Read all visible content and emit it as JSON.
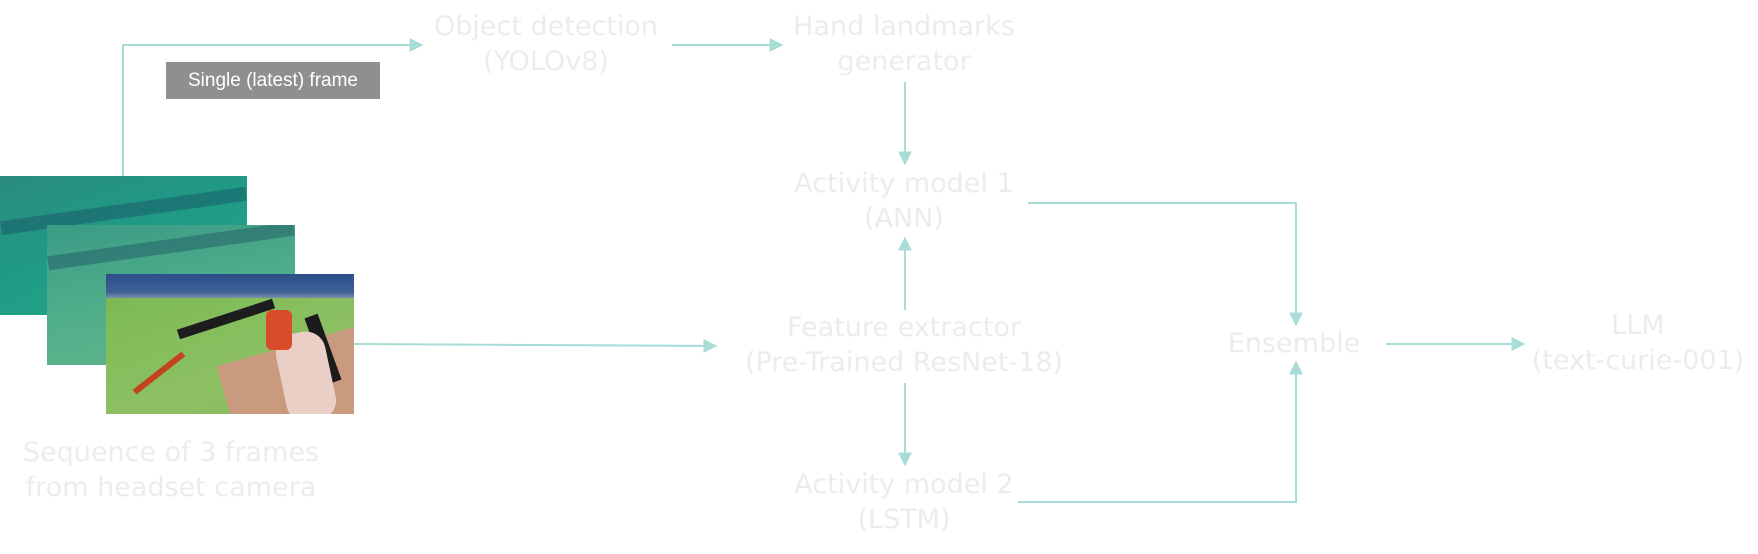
{
  "nodes": {
    "object_detection": [
      "Object detection",
      "(YOLOv8)"
    ],
    "hand_landmarks": [
      "Hand landmarks",
      "generator"
    ],
    "activity_model_1": [
      "Activity model 1",
      "(ANN)"
    ],
    "feature_extractor": [
      "Feature extractor",
      "(Pre-Trained ResNet-18)"
    ],
    "activity_model_2": [
      "Activity model 2",
      "(LSTM)"
    ],
    "ensemble": [
      "Ensemble"
    ],
    "llm": [
      "LLM",
      "(text-curie-001)"
    ],
    "input_caption": [
      "Sequence of 3 frames",
      "from headset camera"
    ]
  },
  "tag_label": "Single (latest) frame",
  "colors": {
    "arrow": "#a8dcd6",
    "node_text": "#ececec",
    "tag_background": "#8f8f8f",
    "tag_text": "#ffffff"
  }
}
